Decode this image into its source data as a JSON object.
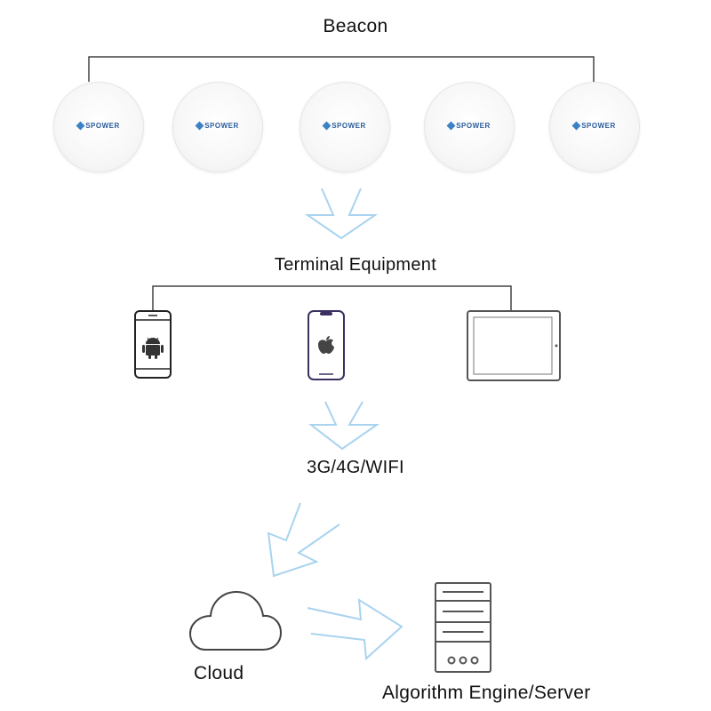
{
  "labels": {
    "beacon": "Beacon",
    "terminal": "Terminal Equipment",
    "network": "3G/4G/WIFI",
    "cloud": "Cloud",
    "server": "Algorithm Engine/Server"
  },
  "beacon_brand": "SPOWER",
  "beacons": [
    {
      "name": "beacon-1"
    },
    {
      "name": "beacon-2"
    },
    {
      "name": "beacon-3"
    },
    {
      "name": "beacon-4"
    },
    {
      "name": "beacon-5"
    }
  ],
  "devices": [
    {
      "name": "android-phone",
      "icon": "android-icon"
    },
    {
      "name": "iphone",
      "icon": "apple-icon"
    },
    {
      "name": "tablet",
      "icon": "tablet-icon"
    }
  ],
  "colors": {
    "arrow": "#a9d3ef",
    "line": "#444444",
    "iphone_frame": "#3b3060"
  }
}
